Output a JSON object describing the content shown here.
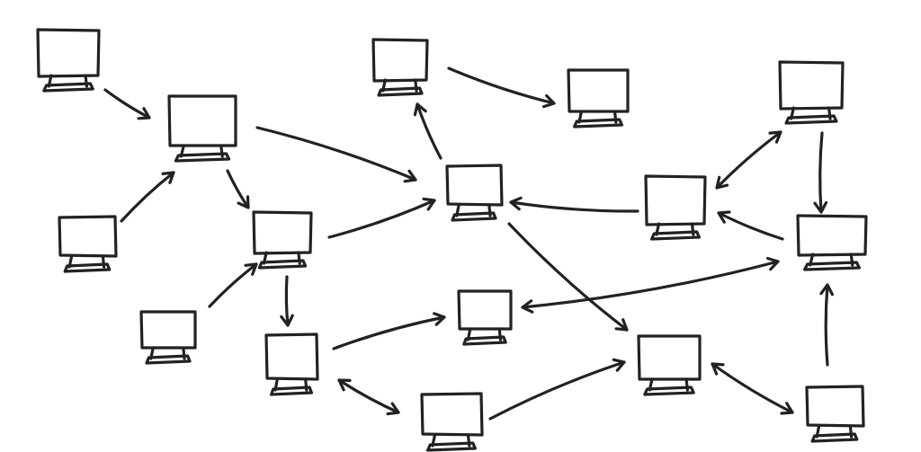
{
  "diagram": {
    "type": "network-sketch",
    "style": "hand-drawn",
    "colors": {
      "ink": "#222222",
      "background": "#ffffff"
    },
    "node_icon": "computer-monitor-icon",
    "nodes": [
      {
        "id": "c1"
      },
      {
        "id": "c2"
      },
      {
        "id": "c3"
      },
      {
        "id": "c4"
      },
      {
        "id": "c5"
      },
      {
        "id": "c6"
      },
      {
        "id": "c7"
      },
      {
        "id": "c8"
      },
      {
        "id": "c9"
      },
      {
        "id": "c10"
      },
      {
        "id": "c11"
      },
      {
        "id": "c12"
      },
      {
        "id": "c13"
      },
      {
        "id": "c14"
      },
      {
        "id": "c15"
      },
      {
        "id": "c16"
      },
      {
        "id": "c17"
      },
      {
        "id": "c18"
      }
    ],
    "edges": [
      {
        "from": "c1",
        "to": "c2",
        "bidirectional": false
      },
      {
        "from": "c3",
        "to": "c2",
        "bidirectional": false
      },
      {
        "from": "c2",
        "to": "c4",
        "bidirectional": false
      },
      {
        "from": "c5",
        "to": "c4",
        "bidirectional": false
      },
      {
        "from": "c4",
        "to": "c6",
        "bidirectional": false
      },
      {
        "from": "c2",
        "to": "c9",
        "bidirectional": false
      },
      {
        "from": "c4",
        "to": "c9",
        "bidirectional": false
      },
      {
        "from": "c9",
        "to": "c7",
        "bidirectional": false
      },
      {
        "from": "c7",
        "to": "c8",
        "bidirectional": false
      },
      {
        "from": "c10",
        "to": "c9",
        "bidirectional": false
      },
      {
        "from": "c9",
        "to": "c14",
        "bidirectional": false
      },
      {
        "from": "c6",
        "to": "c11",
        "bidirectional": false
      },
      {
        "from": "c6",
        "to": "c12",
        "bidirectional": true
      },
      {
        "from": "c12",
        "to": "c14",
        "bidirectional": false
      },
      {
        "from": "c11",
        "to": "c16",
        "bidirectional": true
      },
      {
        "from": "c10",
        "to": "c13",
        "bidirectional": true
      },
      {
        "from": "c13",
        "to": "c16",
        "bidirectional": false
      },
      {
        "from": "c16",
        "to": "c10",
        "bidirectional": false
      },
      {
        "from": "c14",
        "to": "c15",
        "bidirectional": true
      },
      {
        "from": "c15",
        "to": "c16",
        "bidirectional": false
      }
    ]
  }
}
